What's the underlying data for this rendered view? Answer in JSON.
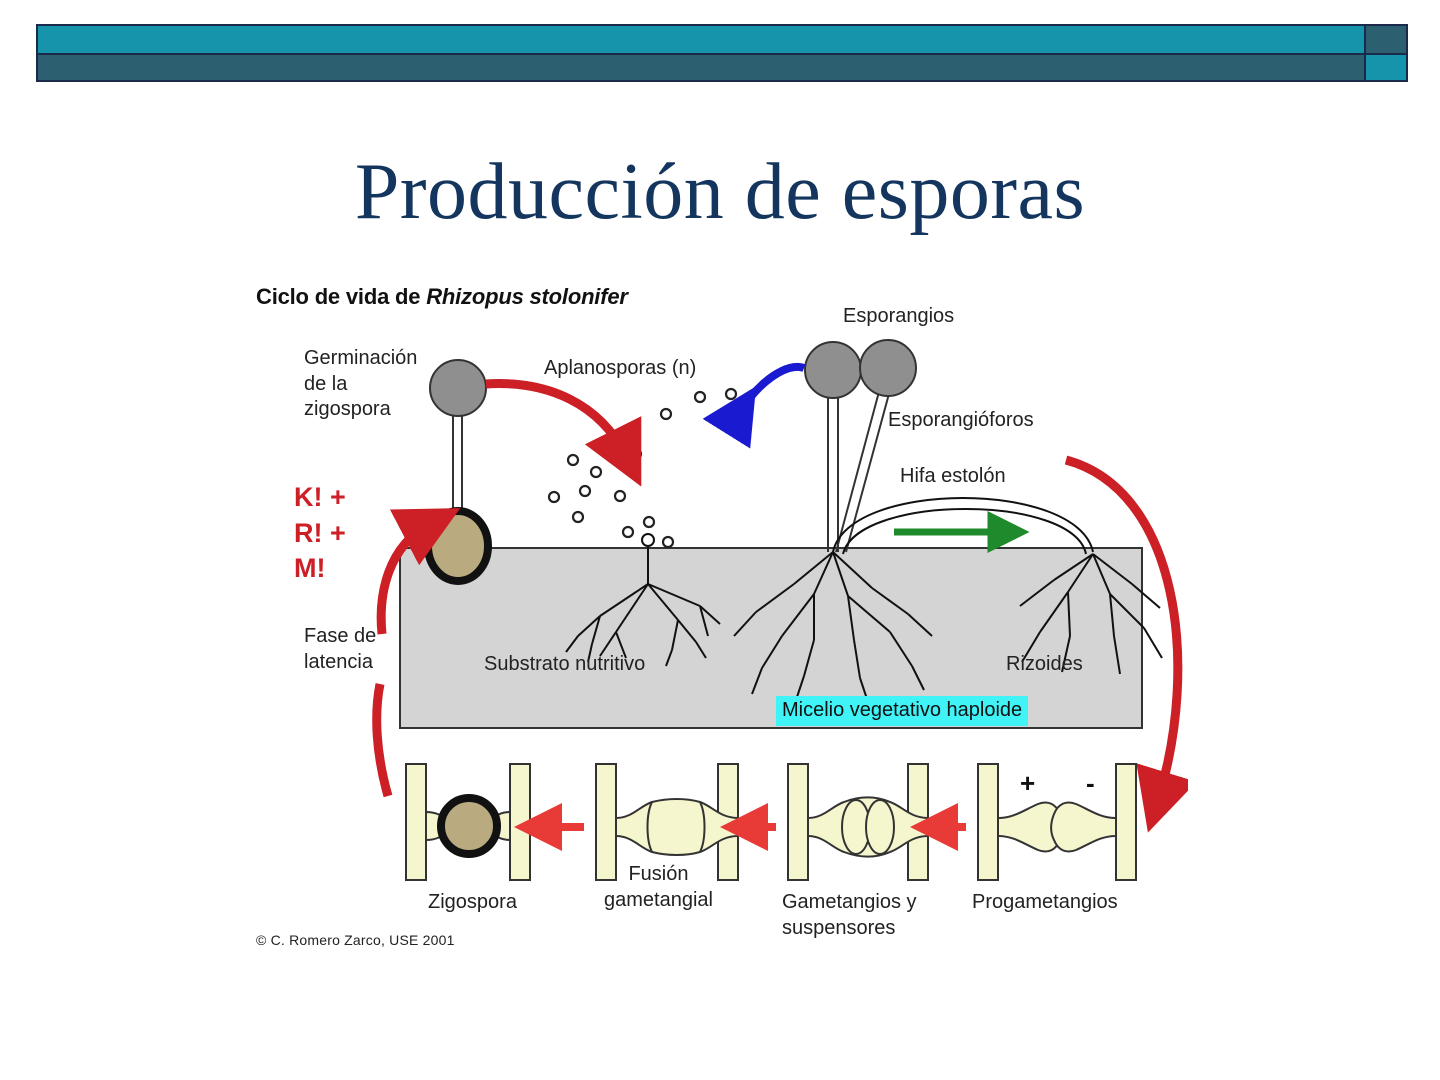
{
  "slide": {
    "title": "Producción de esporas",
    "title_color": "#13355e",
    "background": "#ffffff"
  },
  "header": {
    "bar_color_light": "#1694ab",
    "bar_color_dark": "#2c5f70",
    "border_color": "#1b2a4a"
  },
  "figure": {
    "title_prefix": "Ciclo de vida de ",
    "title_species": "Rhizopus stolonifer",
    "credit": "© C. Romero Zarco, USE 2001",
    "substrate_color": "#d4d4d4",
    "hypha_color": "#f5f5ce",
    "sporangium_color": "#8f8f8f",
    "zigospore_color": "#b9ab7f",
    "arrow_red": "#cc1f26",
    "arrow_blue": "#1a1ad1",
    "arrow_green": "#1f8a2b",
    "highlight_color": "#3ff3f7",
    "labels": {
      "germinacion": "Germinación\nde la\nzigospora",
      "aplanosporas": "Aplanosporas (n)",
      "esporangios": "Esporangios",
      "esporangioforos": "Esporangióforos",
      "hifa_estolon": "Hifa estolón",
      "krm": "K! +\nR! +\nM!",
      "fase_latencia": "Fase de\nlatencia",
      "substrato": "Substrato nutritivo",
      "rizoides": "Rizoides",
      "micelio": "Micelio vegetativo haploide",
      "zigospora": "Zigospora",
      "fusion_gametangial": "Fusión\ngametangial",
      "gametangios": "Gametangios y\nsuspensores",
      "progametangios": "Progametangios",
      "sign_plus": "+",
      "sign_minus": "-"
    }
  }
}
